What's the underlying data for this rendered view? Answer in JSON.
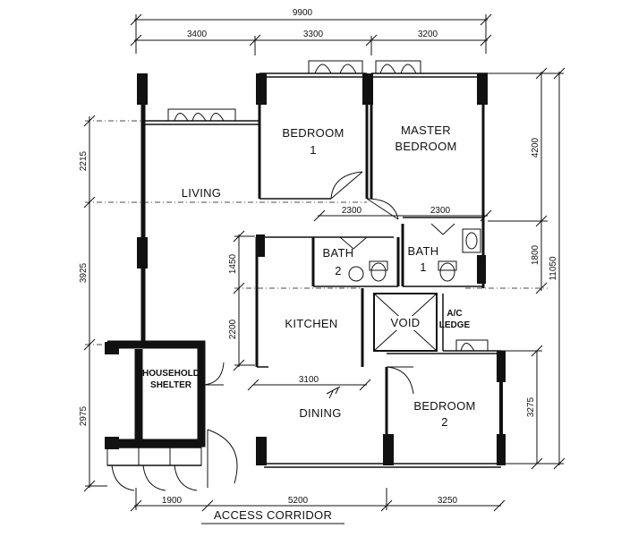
{
  "dimensions": {
    "top_total": "9900",
    "top_left": "3400",
    "top_mid": "3300",
    "top_right": "3200",
    "bottom_left": "1900",
    "bottom_mid": "5200",
    "bottom_right": "3250",
    "left_top": "2215",
    "left_mid": "3925",
    "left_bottom": "2975",
    "right_top": "4200",
    "right_mid": "1800",
    "right_total": "11050",
    "right_bottom": "3275",
    "kitchen_h1": "1450",
    "kitchen_h2": "2200",
    "kitchen_w": "3100",
    "corridor_left": "2300",
    "corridor_right": "2300"
  },
  "rooms": {
    "bedroom1_line1": "BEDROOM",
    "bedroom1_line2": "1",
    "master_line1": "MASTER",
    "master_line2": "BEDROOM",
    "living": "LIVING",
    "bath2_line1": "BATH",
    "bath2_line2": "2",
    "bath1_line1": "BATH",
    "bath1_line2": "1",
    "kitchen": "KITCHEN",
    "void": "VOID",
    "ac_line1": "A/C",
    "ac_line2": "LEDGE",
    "shelter_line1": "HOUSEHOLD",
    "shelter_line2": "SHELTER",
    "dining": "DINING",
    "bedroom2_line1": "BEDROOM",
    "bedroom2_line2": "2",
    "access_corridor": "ACCESS CORRIDOR"
  }
}
